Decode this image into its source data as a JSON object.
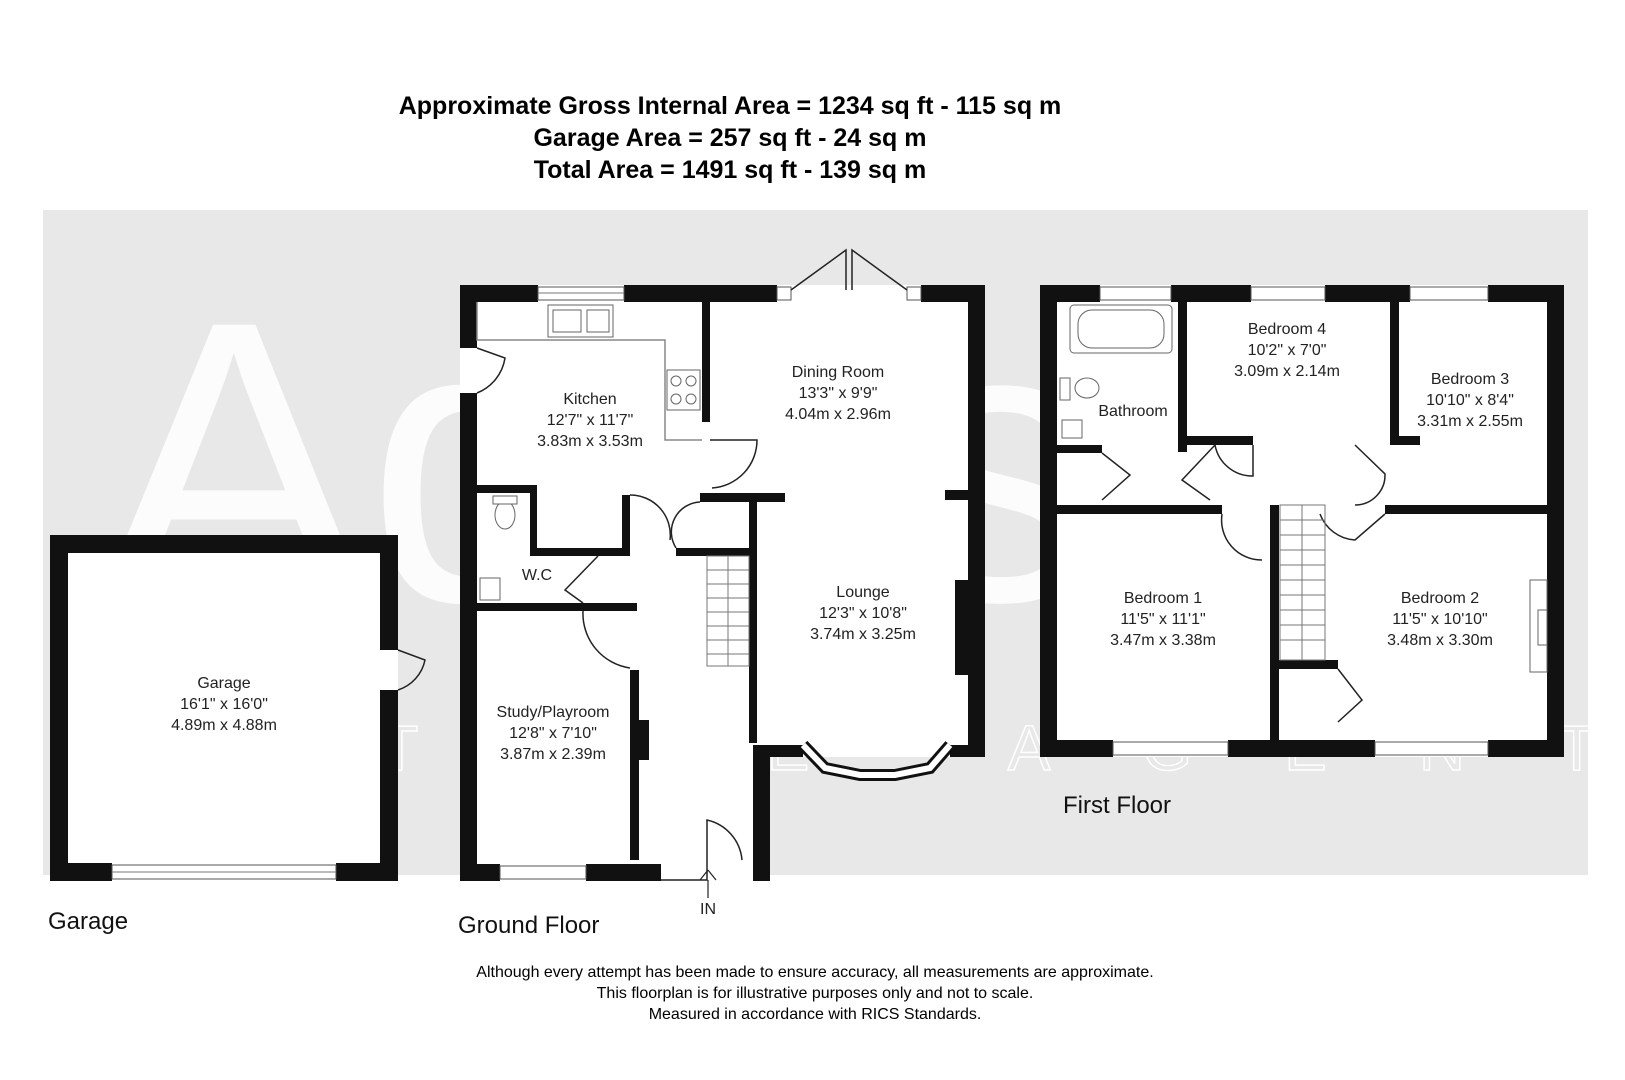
{
  "header": {
    "line1": "Approximate Gross Internal Area = 1234 sq ft - 115 sq m",
    "line2": "Garage Area = 257 sq ft - 24 sq m",
    "line3": "Total Area = 1491 sq ft - 139 sq m"
  },
  "watermark": {
    "name": "Addison",
    "tagline": "ESTATE AGENTS"
  },
  "floors": {
    "garage": "Garage",
    "ground": "Ground Floor",
    "first": "First Floor"
  },
  "entrance_label": "IN",
  "rooms": {
    "garage": {
      "name": "Garage",
      "imperial": "16'1\" x 16'0\"",
      "metric": "4.89m x 4.88m"
    },
    "kitchen": {
      "name": "Kitchen",
      "imperial": "12'7\" x 11'7\"",
      "metric": "3.83m x 3.53m"
    },
    "dining": {
      "name": "Dining Room",
      "imperial": "13'3\" x 9'9\"",
      "metric": "4.04m x 2.96m"
    },
    "wc": {
      "name": "W.C"
    },
    "lounge": {
      "name": "Lounge",
      "imperial": "12'3\" x 10'8\"",
      "metric": "3.74m x 3.25m"
    },
    "study": {
      "name": "Study/Playroom",
      "imperial": "12'8\" x 7'10\"",
      "metric": "3.87m x 2.39m"
    },
    "bathroom": {
      "name": "Bathroom"
    },
    "bedroom4": {
      "name": "Bedroom 4",
      "imperial": "10'2\" x 7'0\"",
      "metric": "3.09m x 2.14m"
    },
    "bedroom3": {
      "name": "Bedroom 3",
      "imperial": "10'10\" x 8'4\"",
      "metric": "3.31m x 2.55m"
    },
    "bedroom1": {
      "name": "Bedroom 1",
      "imperial": "11'5\" x 11'1\"",
      "metric": "3.47m x 3.38m"
    },
    "bedroom2": {
      "name": "Bedroom 2",
      "imperial": "11'5\" x 10'10\"",
      "metric": "3.48m x 3.30m"
    }
  },
  "disclaimer": {
    "line1": "Although every attempt has been made to ensure accuracy, all measurements are approximate.",
    "line2": "This floorplan is for illustrative purposes only and not to scale.",
    "line3": "Measured in accordance with RICS Standards."
  }
}
